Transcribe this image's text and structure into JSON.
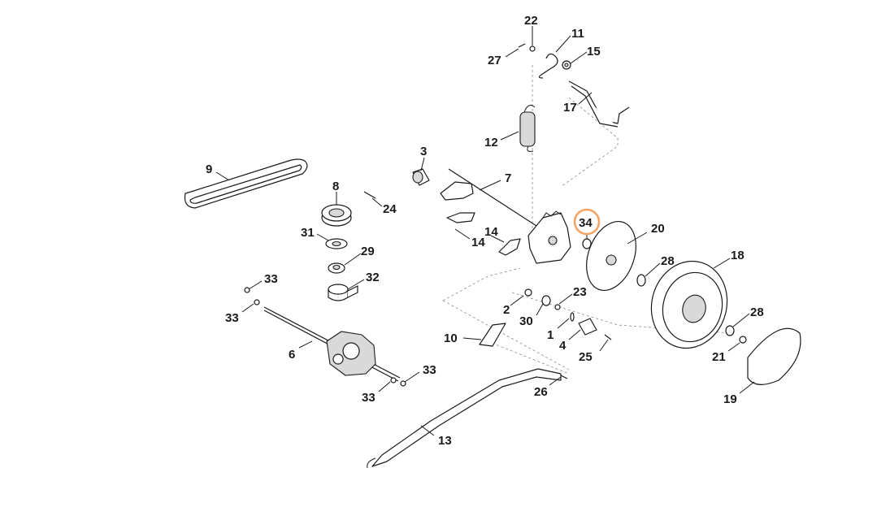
{
  "highlight_color": "#f4a261",
  "callouts": [
    {
      "id": "c22",
      "label": "22"
    },
    {
      "id": "c11",
      "label": "11"
    },
    {
      "id": "c27",
      "label": "27"
    },
    {
      "id": "c15",
      "label": "15"
    },
    {
      "id": "c17",
      "label": "17"
    },
    {
      "id": "c12",
      "label": "12"
    },
    {
      "id": "c3",
      "label": "3"
    },
    {
      "id": "c7",
      "label": "7"
    },
    {
      "id": "c9",
      "label": "9"
    },
    {
      "id": "c8",
      "label": "8"
    },
    {
      "id": "c24",
      "label": "24"
    },
    {
      "id": "c34",
      "label": "34",
      "highlighted": true
    },
    {
      "id": "c20",
      "label": "20"
    },
    {
      "id": "c14a",
      "label": "14"
    },
    {
      "id": "c14b",
      "label": "14"
    },
    {
      "id": "c31",
      "label": "31"
    },
    {
      "id": "c29",
      "label": "29"
    },
    {
      "id": "c28a",
      "label": "28"
    },
    {
      "id": "c18",
      "label": "18"
    },
    {
      "id": "c32",
      "label": "32"
    },
    {
      "id": "c33a",
      "label": "33"
    },
    {
      "id": "c33b",
      "label": "33"
    },
    {
      "id": "c23",
      "label": "23"
    },
    {
      "id": "c2",
      "label": "2"
    },
    {
      "id": "c30",
      "label": "30"
    },
    {
      "id": "c28b",
      "label": "28"
    },
    {
      "id": "c10",
      "label": "10"
    },
    {
      "id": "c1",
      "label": "1"
    },
    {
      "id": "c21",
      "label": "21"
    },
    {
      "id": "c6",
      "label": "6"
    },
    {
      "id": "c4",
      "label": "4"
    },
    {
      "id": "c25",
      "label": "25"
    },
    {
      "id": "c33c",
      "label": "33"
    },
    {
      "id": "c33d",
      "label": "33"
    },
    {
      "id": "c26",
      "label": "26"
    },
    {
      "id": "c19",
      "label": "19"
    },
    {
      "id": "c13",
      "label": "13"
    }
  ]
}
